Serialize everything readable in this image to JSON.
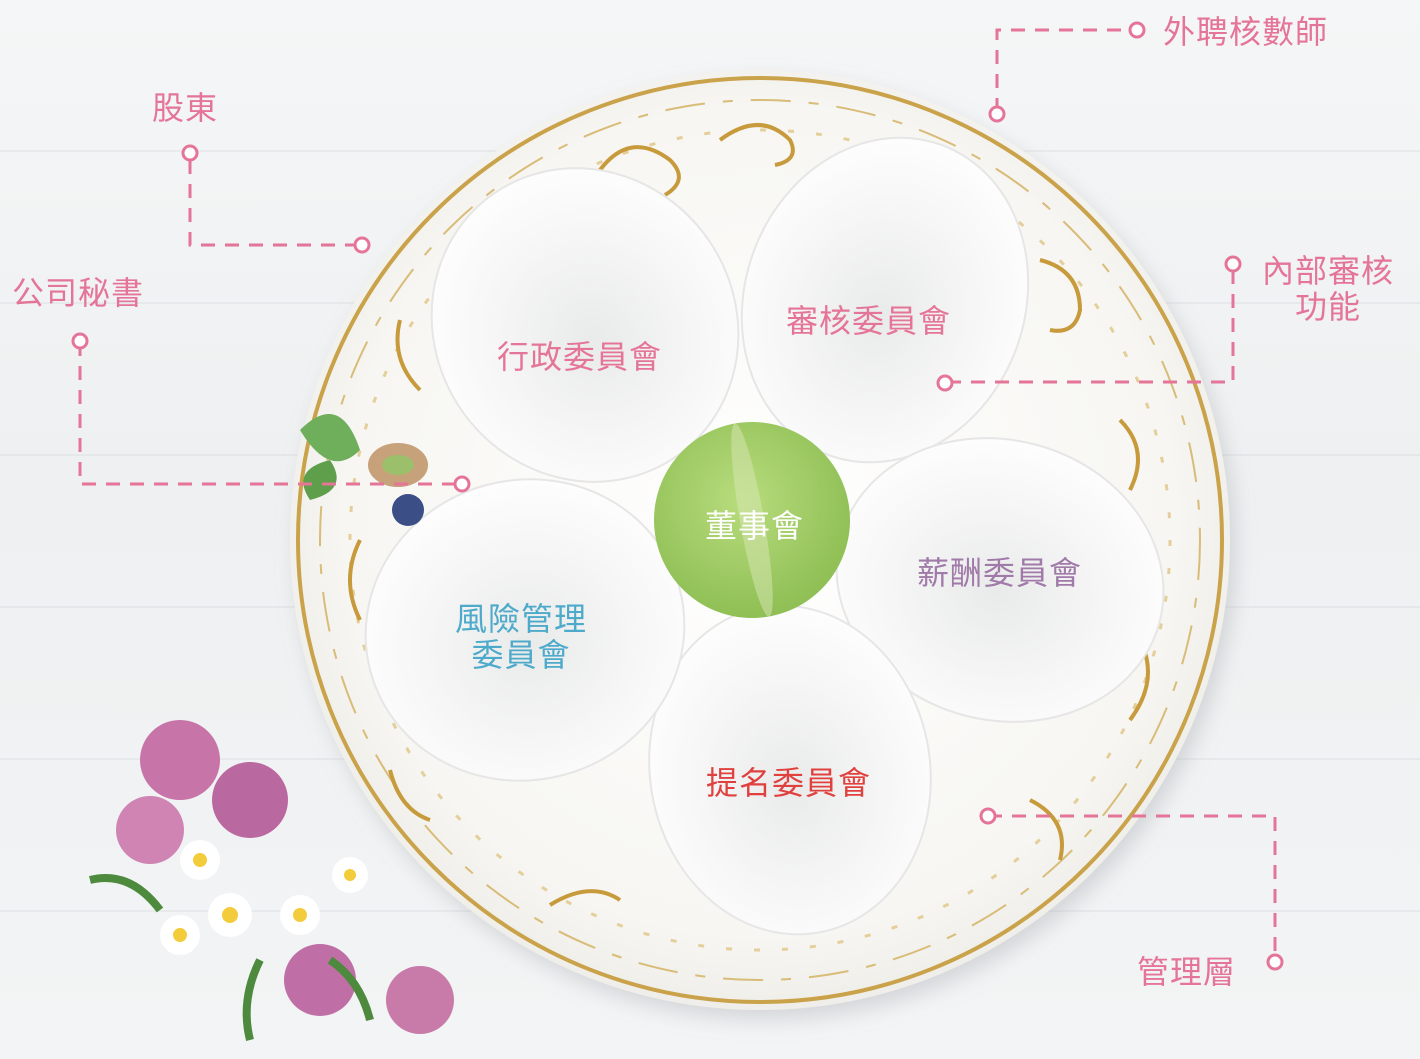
{
  "labels": {
    "shareholders": "股東",
    "company_secretary": "公司秘書",
    "external_auditor": "外聘核數師",
    "internal_audit_line1": "內部審核",
    "internal_audit_line2": "功能",
    "management": "管理層",
    "board": "董事會",
    "executive_committee": "行政委員會",
    "audit_committee": "審核委員會",
    "remuneration_committee": "薪酬委員會",
    "nomination_committee": "提名委員會",
    "risk_committee_line1": "風險管理",
    "risk_committee_line2": "委員會"
  },
  "colors": {
    "connector": "#e57598",
    "external_label": "#e57598",
    "executive_committee": "#e57598",
    "audit_committee": "#e57598",
    "remuneration_committee": "#a07aa8",
    "nomination_committee": "#e0413f",
    "risk_committee": "#4eaacb",
    "board_text": "#ffffff",
    "board_macaron": "#a9d26a",
    "plate_rim_gold": "#c9a24a",
    "bowl": "#ffffff"
  }
}
